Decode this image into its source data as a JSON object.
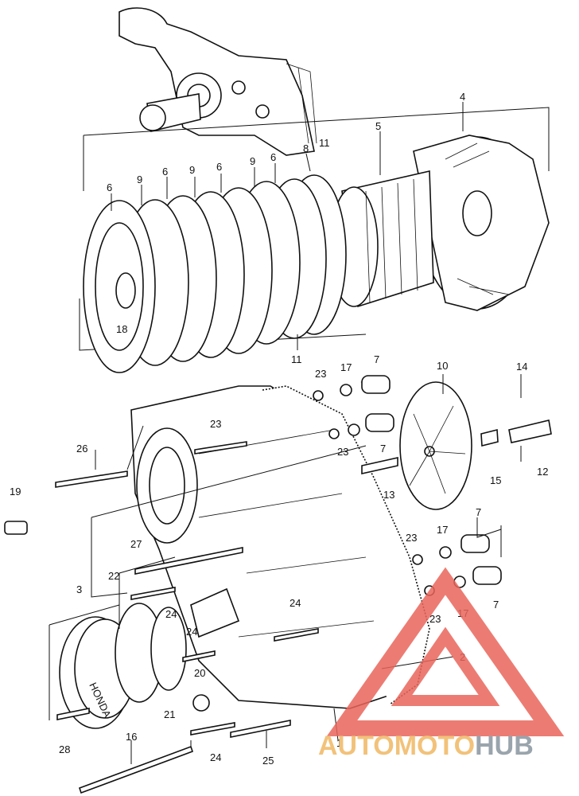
{
  "callouts": [
    {
      "id": "c4",
      "text": "4"
    },
    {
      "id": "c5",
      "text": "5"
    },
    {
      "id": "c8",
      "text": "8"
    },
    {
      "id": "c11a",
      "text": "11"
    },
    {
      "id": "c6a",
      "text": "6"
    },
    {
      "id": "c9a",
      "text": "9"
    },
    {
      "id": "c6b",
      "text": "6"
    },
    {
      "id": "c9b",
      "text": "9"
    },
    {
      "id": "c6c",
      "text": "6"
    },
    {
      "id": "c9c",
      "text": "9"
    },
    {
      "id": "c6d",
      "text": "6"
    },
    {
      "id": "c18",
      "text": "18"
    },
    {
      "id": "c11b",
      "text": "11"
    },
    {
      "id": "c23a",
      "text": "23"
    },
    {
      "id": "c17a",
      "text": "17"
    },
    {
      "id": "c7a",
      "text": "7"
    },
    {
      "id": "c10",
      "text": "10"
    },
    {
      "id": "c14",
      "text": "14"
    },
    {
      "id": "c23b",
      "text": "23"
    },
    {
      "id": "c7b",
      "text": "7"
    },
    {
      "id": "c23c",
      "text": "23"
    },
    {
      "id": "c13",
      "text": "13"
    },
    {
      "id": "c15",
      "text": "15"
    },
    {
      "id": "c12",
      "text": "12"
    },
    {
      "id": "c26",
      "text": "26"
    },
    {
      "id": "c19",
      "text": "19"
    },
    {
      "id": "c27",
      "text": "27"
    },
    {
      "id": "c22",
      "text": "22"
    },
    {
      "id": "c3",
      "text": "3"
    },
    {
      "id": "c23d",
      "text": "23"
    },
    {
      "id": "c17b",
      "text": "17"
    },
    {
      "id": "c7c",
      "text": "7"
    },
    {
      "id": "c23e",
      "text": "23"
    },
    {
      "id": "c17c",
      "text": "17"
    },
    {
      "id": "c7d",
      "text": "7"
    },
    {
      "id": "c24a",
      "text": "24"
    },
    {
      "id": "c24b",
      "text": "24"
    },
    {
      "id": "c24c",
      "text": "24"
    },
    {
      "id": "c2",
      "text": "2"
    },
    {
      "id": "c20",
      "text": "20"
    },
    {
      "id": "c21",
      "text": "21"
    },
    {
      "id": "c28",
      "text": "28"
    },
    {
      "id": "c16",
      "text": "16"
    },
    {
      "id": "c24d",
      "text": "24"
    },
    {
      "id": "c25",
      "text": "25"
    },
    {
      "id": "c1",
      "text": "1"
    }
  ],
  "cover_marking": "HONDA",
  "watermark": {
    "part1": "AUTO",
    "part2": "MOTO",
    "part3": "HUB",
    "color_primary": "#f2c27a",
    "color_secondary": "#9aa4ad",
    "triangle_color": "#e9655a"
  }
}
